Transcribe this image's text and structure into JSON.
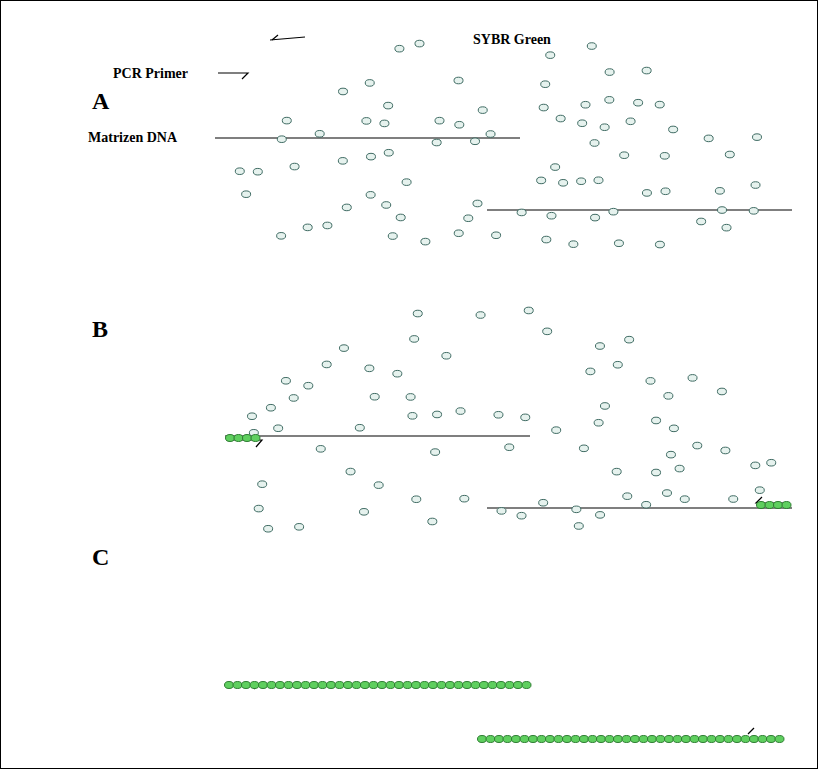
{
  "diagram": {
    "labels": [
      "SYBR Green",
      "PCR Primer",
      "A",
      "Matrizen DNA",
      "B",
      "C"
    ]
  }
}
